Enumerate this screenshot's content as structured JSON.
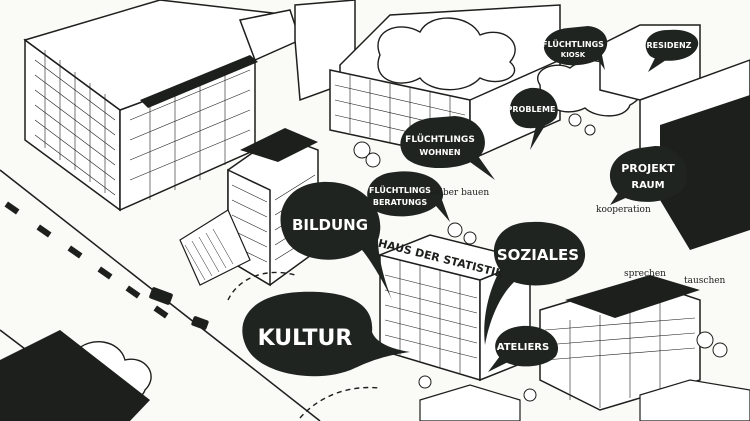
{
  "colors": {
    "ink": "#1d1f1c",
    "bubble": "#1f2421",
    "paper": "#fafaf7"
  },
  "bubbles": {
    "fluechtlings_kiosk": [
      "FLÜCHTLINGS",
      "KIOSK"
    ],
    "residenz": "RESIDENZ",
    "probleme": "PROBLEME",
    "fluechtlings_wohnen": [
      "FLÜCHTLINGS",
      "WOHNEN"
    ],
    "projekt_raum": [
      "PROJEKT",
      "RAUM"
    ],
    "fluechtlings_beratungs": [
      "FLÜCHTLINGS",
      "BERATUNGS"
    ],
    "bildung": "BILDUNG",
    "soziales": "SOZIALES",
    "kultur": "KULTUR",
    "ateliers": "ATELIERS"
  },
  "annotations": {
    "selber_bauen": "selber bauen",
    "kooperation": "kooperation",
    "sprechen": "sprechen",
    "tauschen": "tauschen"
  },
  "building_sign": "HAUS DER STATISTIK"
}
